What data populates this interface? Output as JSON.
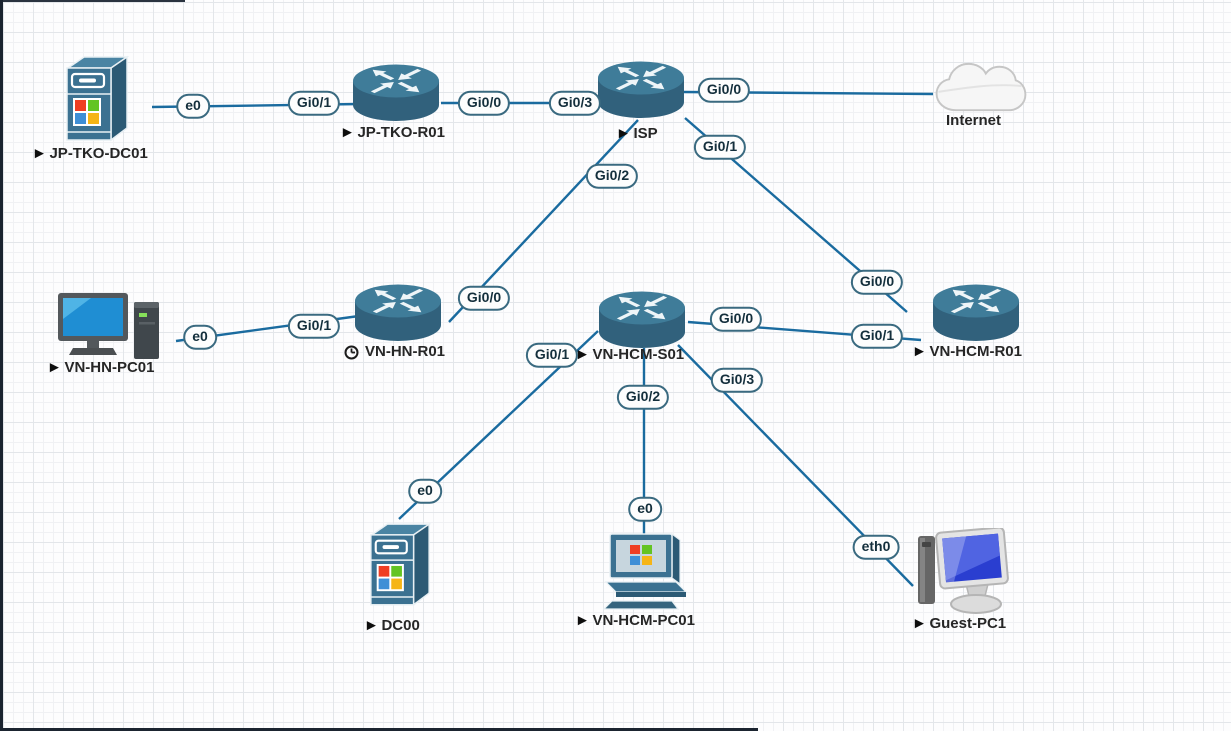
{
  "app": {
    "view": "network-topology-canvas"
  },
  "colors": {
    "link": "#1a6b9f",
    "pill_border": "#3a6a80",
    "pill_text": "#142f3c",
    "label_text": "#262626",
    "router_fill": "#3f7c99",
    "grid_line": "#e3e6ea"
  },
  "icons": {
    "play": "▶",
    "clock": "clock-icon",
    "router": "router-icon",
    "windows_server": "windows-server-icon",
    "pc_tower": "pc-with-tower-icon",
    "windows_pc": "windows-desktop-icon",
    "guest_pc": "glossy-desktop-icon",
    "cloud": "cloud-icon"
  },
  "nodes": [
    {
      "name": "JP-TKO-DC01",
      "type": "windows-server",
      "status_icon": "play"
    },
    {
      "name": "JP-TKO-R01",
      "type": "router",
      "status_icon": "play"
    },
    {
      "name": "ISP",
      "type": "router",
      "status_icon": "play"
    },
    {
      "name": "Internet",
      "type": "cloud",
      "status_icon": "none"
    },
    {
      "name": "VN-HN-PC01",
      "type": "pc-tower",
      "status_icon": "play"
    },
    {
      "name": "VN-HN-R01",
      "type": "router",
      "status_icon": "clock"
    },
    {
      "name": "VN-HCM-S01",
      "type": "router",
      "status_icon": "play"
    },
    {
      "name": "VN-HCM-R01",
      "type": "router",
      "status_icon": "play"
    },
    {
      "name": "DC00",
      "type": "windows-server",
      "status_icon": "play"
    },
    {
      "name": "VN-HCM-PC01",
      "type": "windows-pc",
      "status_icon": "play"
    },
    {
      "name": "Guest-PC1",
      "type": "guest-pc",
      "status_icon": "play"
    }
  ],
  "links": [
    {
      "from": "JP-TKO-DC01",
      "from_port": "e0",
      "to": "JP-TKO-R01",
      "to_port": "Gi0/1"
    },
    {
      "from": "JP-TKO-R01",
      "from_port": "Gi0/0",
      "to": "ISP",
      "to_port": "Gi0/3"
    },
    {
      "from": "ISP",
      "from_port": "Gi0/0",
      "to": "Internet",
      "to_port": ""
    },
    {
      "from": "ISP",
      "from_port": "Gi0/1",
      "to": "VN-HCM-R01",
      "to_port": "Gi0/0"
    },
    {
      "from": "ISP",
      "from_port": "Gi0/2",
      "to": "VN-HN-R01",
      "to_port": "Gi0/0"
    },
    {
      "from": "VN-HN-PC01",
      "from_port": "e0",
      "to": "VN-HN-R01",
      "to_port": "Gi0/1"
    },
    {
      "from": "VN-HCM-S01",
      "from_port": "Gi0/1",
      "to": "DC00",
      "to_port": "e0"
    },
    {
      "from": "VN-HCM-S01",
      "from_port": "Gi0/2",
      "to": "VN-HCM-PC01",
      "to_port": "e0"
    },
    {
      "from": "VN-HCM-S01",
      "from_port": "Gi0/3",
      "to": "Guest-PC1",
      "to_port": "eth0"
    },
    {
      "from": "VN-HCM-S01",
      "from_port": "Gi0/0",
      "to": "VN-HCM-R01",
      "to_port": "Gi0/1"
    }
  ]
}
